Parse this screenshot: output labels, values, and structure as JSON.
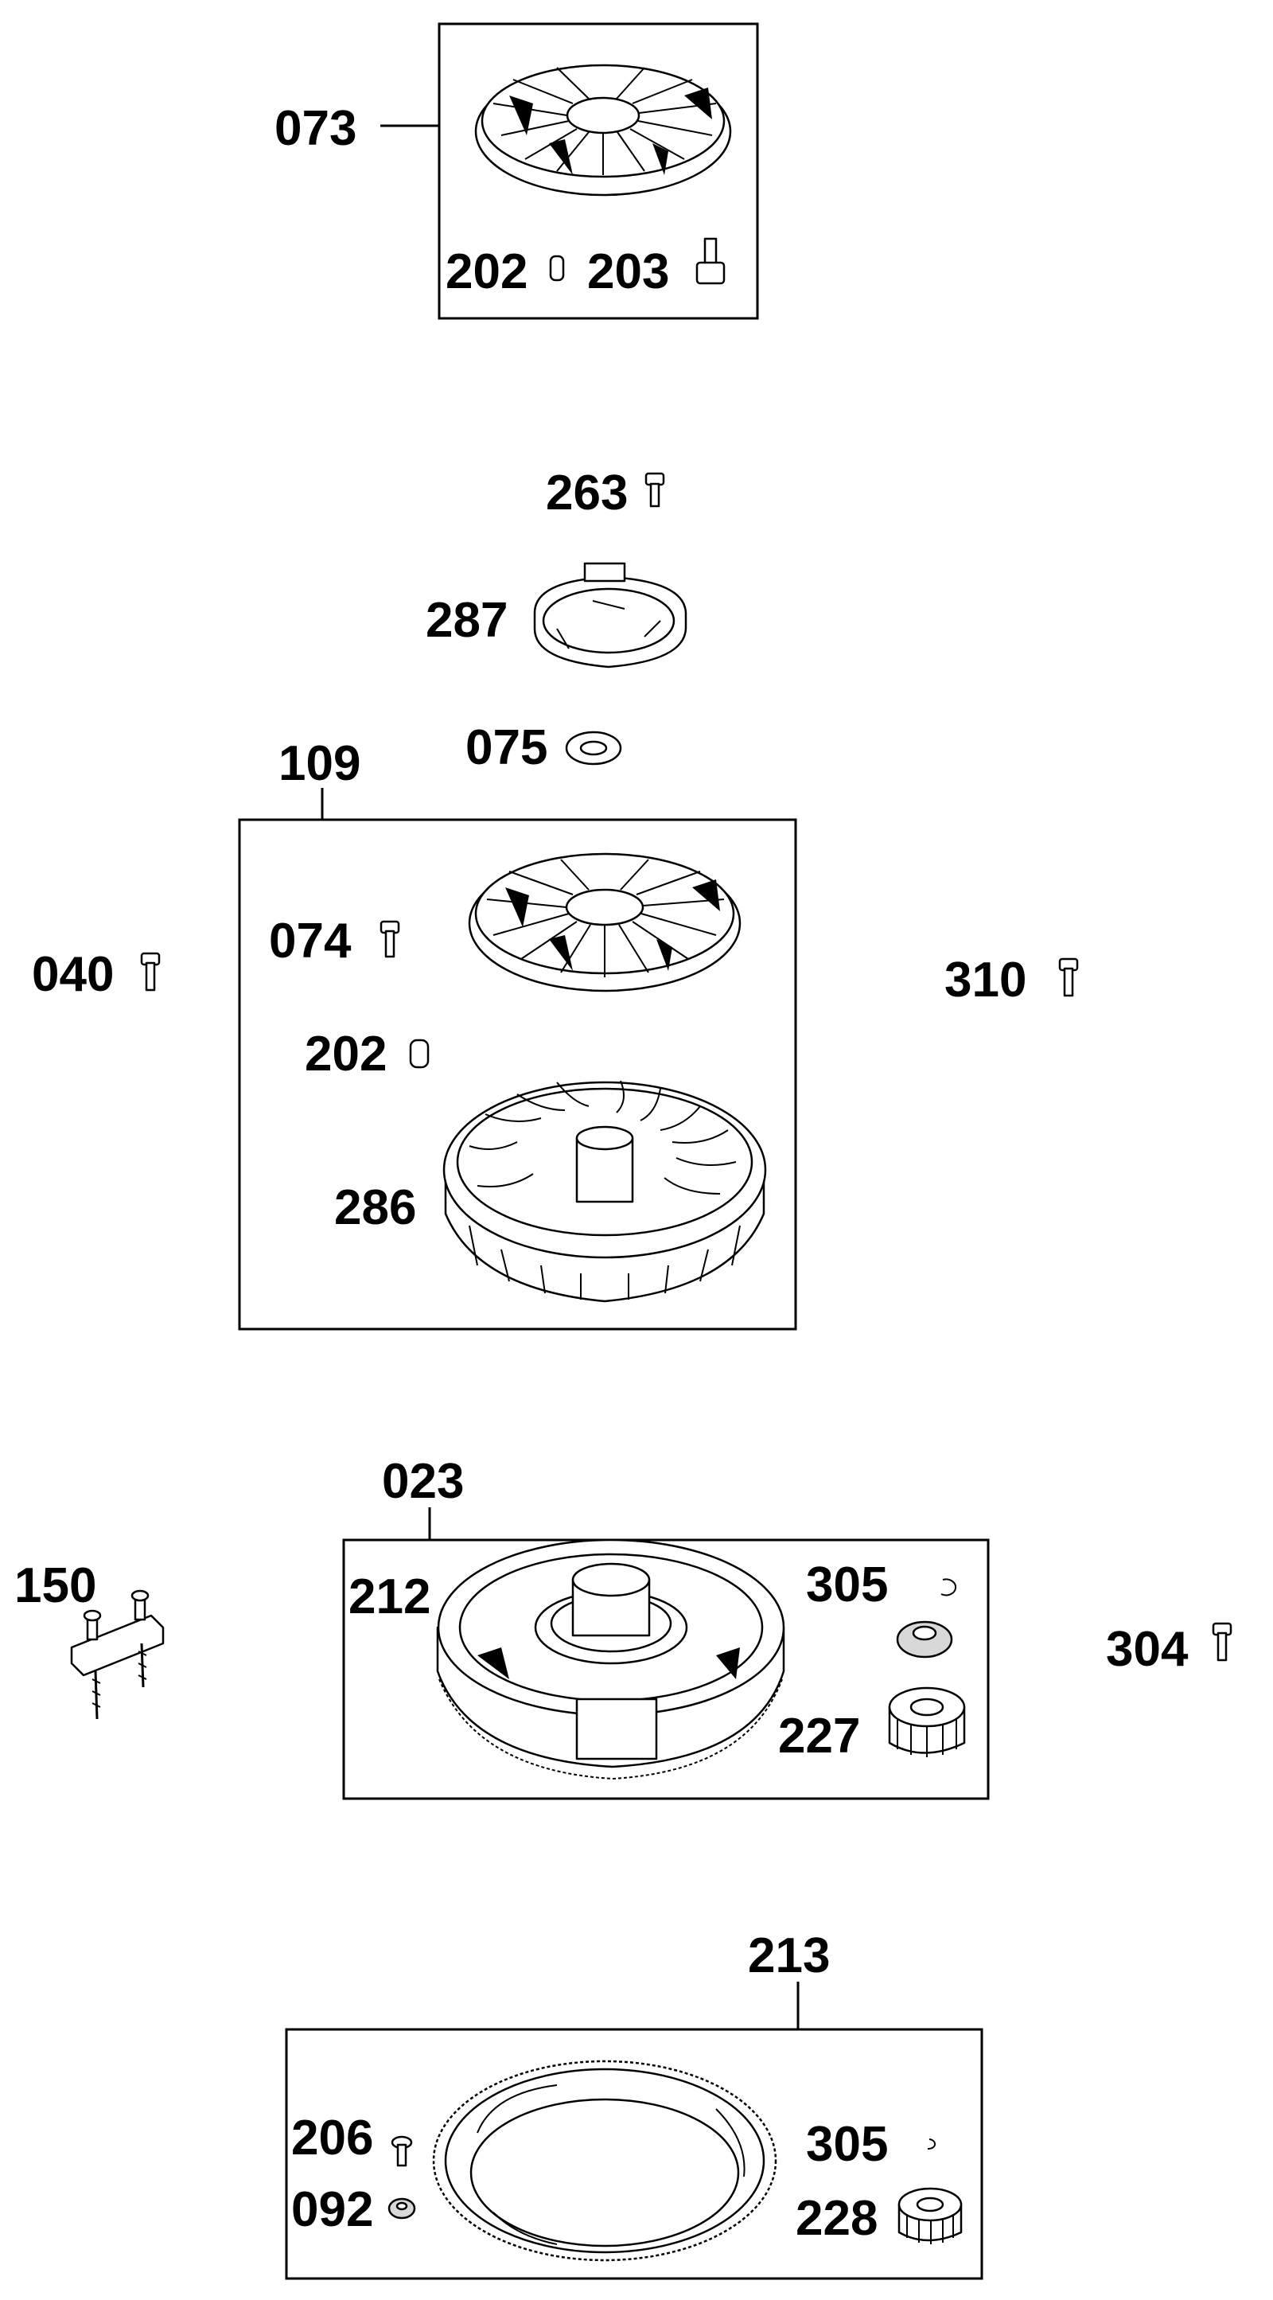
{
  "labels": {
    "p073": "073",
    "p202a": "202",
    "p203": "203",
    "p263": "263",
    "p287": "287",
    "p075": "075",
    "p109": "109",
    "p074": "074",
    "p040": "040",
    "p310": "310",
    "p202b": "202",
    "p286": "286",
    "p023": "023",
    "p150": "150",
    "p212": "212",
    "p305a": "305",
    "p304": "304",
    "p227": "227",
    "p213": "213",
    "p206": "206",
    "p092": "092",
    "p305b": "305",
    "p228": "228"
  }
}
